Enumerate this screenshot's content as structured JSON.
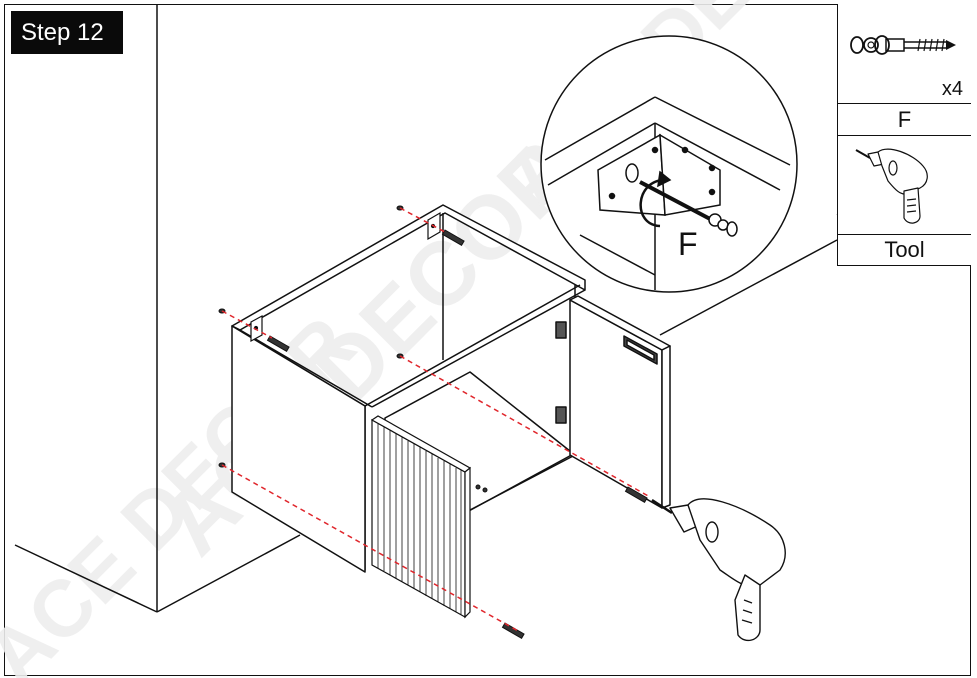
{
  "step_label": "Step 12",
  "parts": {
    "fastener": {
      "icon": "screw-with-washers-icon",
      "quantity": "x4",
      "letter": "F"
    },
    "tool": {
      "icon": "power-drill-icon",
      "label": "Tool"
    }
  },
  "detail": {
    "part_letter": "F"
  },
  "watermark": "ACE DECOR",
  "colors": {
    "line": "#111111",
    "guide": "#e0262c",
    "badge": "#0a0a0a",
    "watermark": "#eeeeee"
  }
}
